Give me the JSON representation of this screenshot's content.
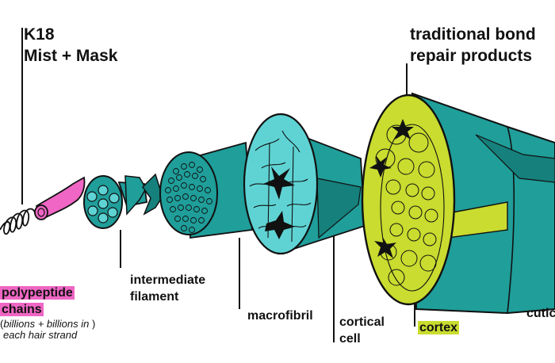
{
  "labels": {
    "k18_line1": "K18",
    "k18_line2": "Mist + Mask",
    "traditional_line1": "traditional bond",
    "traditional_line2": "repair products",
    "polypeptide_line1": "polypeptide",
    "polypeptide_line2": "chains",
    "polypeptide_note_line1": "billions + billions in",
    "polypeptide_note_line2": "each hair strand",
    "intermediate_line1": "intermediate",
    "intermediate_line2": "filament",
    "macrofibril": "macrofibril",
    "cortical_line1": "cortical",
    "cortical_line2": "cell",
    "cortex": "cortex",
    "cuticle": "cutic"
  },
  "colors": {
    "teal": "#1f9e9a",
    "teal_dark": "#15807c",
    "cyan": "#5fd3d4",
    "lime": "#c9dc2f",
    "pink": "#ef66c4",
    "outline": "#111111"
  }
}
